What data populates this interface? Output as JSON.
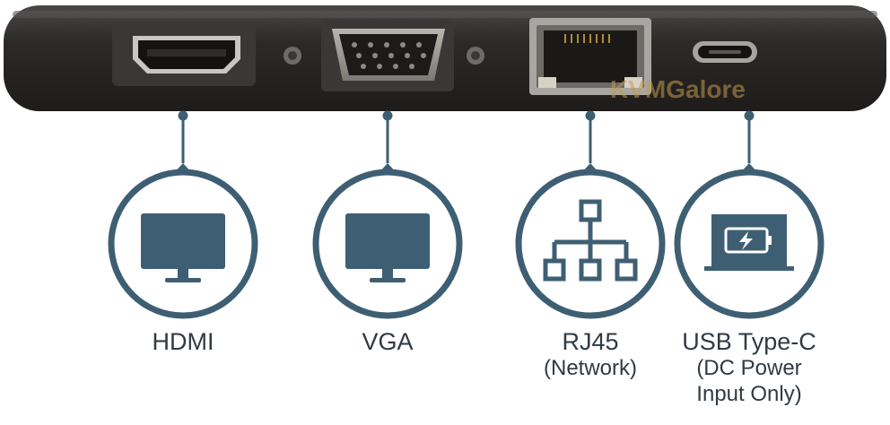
{
  "colors": {
    "icon_blue": "#3e5f73",
    "device_body": "#2d2b2a",
    "port_metal": "#8e8a85",
    "label_text": "#2f3a44"
  },
  "watermark": "KVMGalore",
  "ports": [
    {
      "id": "hdmi",
      "icon": "monitor-icon",
      "label": "HDMI",
      "sub_lines": []
    },
    {
      "id": "vga",
      "icon": "monitor-icon",
      "label": "VGA",
      "sub_lines": []
    },
    {
      "id": "rj45",
      "icon": "network-icon",
      "label": "RJ45",
      "sub_lines": [
        "(Network)"
      ]
    },
    {
      "id": "usbc",
      "icon": "laptop-battery-icon",
      "label": "USB Type-C",
      "sub_lines": [
        "(DC Power",
        "Input Only)"
      ]
    }
  ]
}
